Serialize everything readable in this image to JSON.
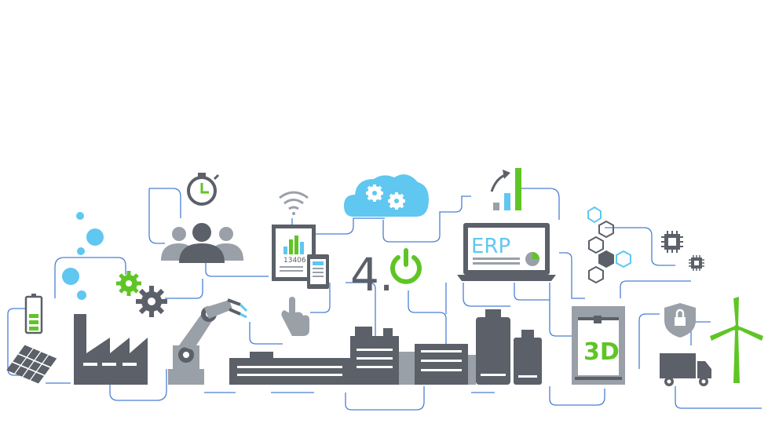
{
  "illustration": {
    "version_label": "4.",
    "erp_label": "ERP",
    "tablet_number": "13406",
    "printer_label": "3D"
  },
  "colors": {
    "gray": "#5b6069",
    "gray_light": "#9aa0a8",
    "green": "#5fc525",
    "cyan": "#5fc7f0",
    "line": "#4a7fd4"
  },
  "icons": [
    "battery-icon",
    "solar-panel-icon",
    "factory-icon",
    "gears-icon",
    "robot-arm-icon",
    "stopwatch-icon",
    "team-icon",
    "wifi-icon",
    "tablet-chart-icon",
    "hand-pointer-icon",
    "cloud-gears-icon",
    "power-icon",
    "growth-chart-icon",
    "laptop-erp-icon",
    "hexagons-icon",
    "chip-icon",
    "printer-3d-icon",
    "shield-lock-icon",
    "truck-icon",
    "wind-turbine-icon"
  ]
}
